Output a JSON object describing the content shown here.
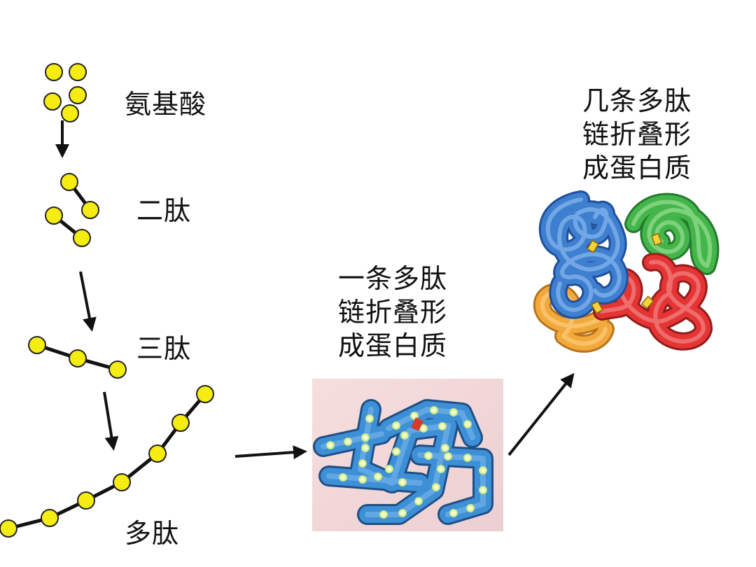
{
  "labels": {
    "amino_acid": "氨基酸",
    "dipeptide": "二肽",
    "tripeptide": "三肽",
    "polypeptide": "多肽"
  },
  "single_chain_caption": [
    "一条多肽",
    "链折叠形",
    "成蛋白质"
  ],
  "multi_chain_caption": [
    "几条多肽",
    "链折叠形",
    "成蛋白质"
  ],
  "colors": {
    "bead": "#f5ec12",
    "bead_stroke": "#222222",
    "single_chain": "#3d8fd6",
    "chain_blue": "#3f7fd0",
    "chain_green": "#43b54a",
    "chain_red": "#e53434",
    "chain_orange": "#f2a93b"
  }
}
